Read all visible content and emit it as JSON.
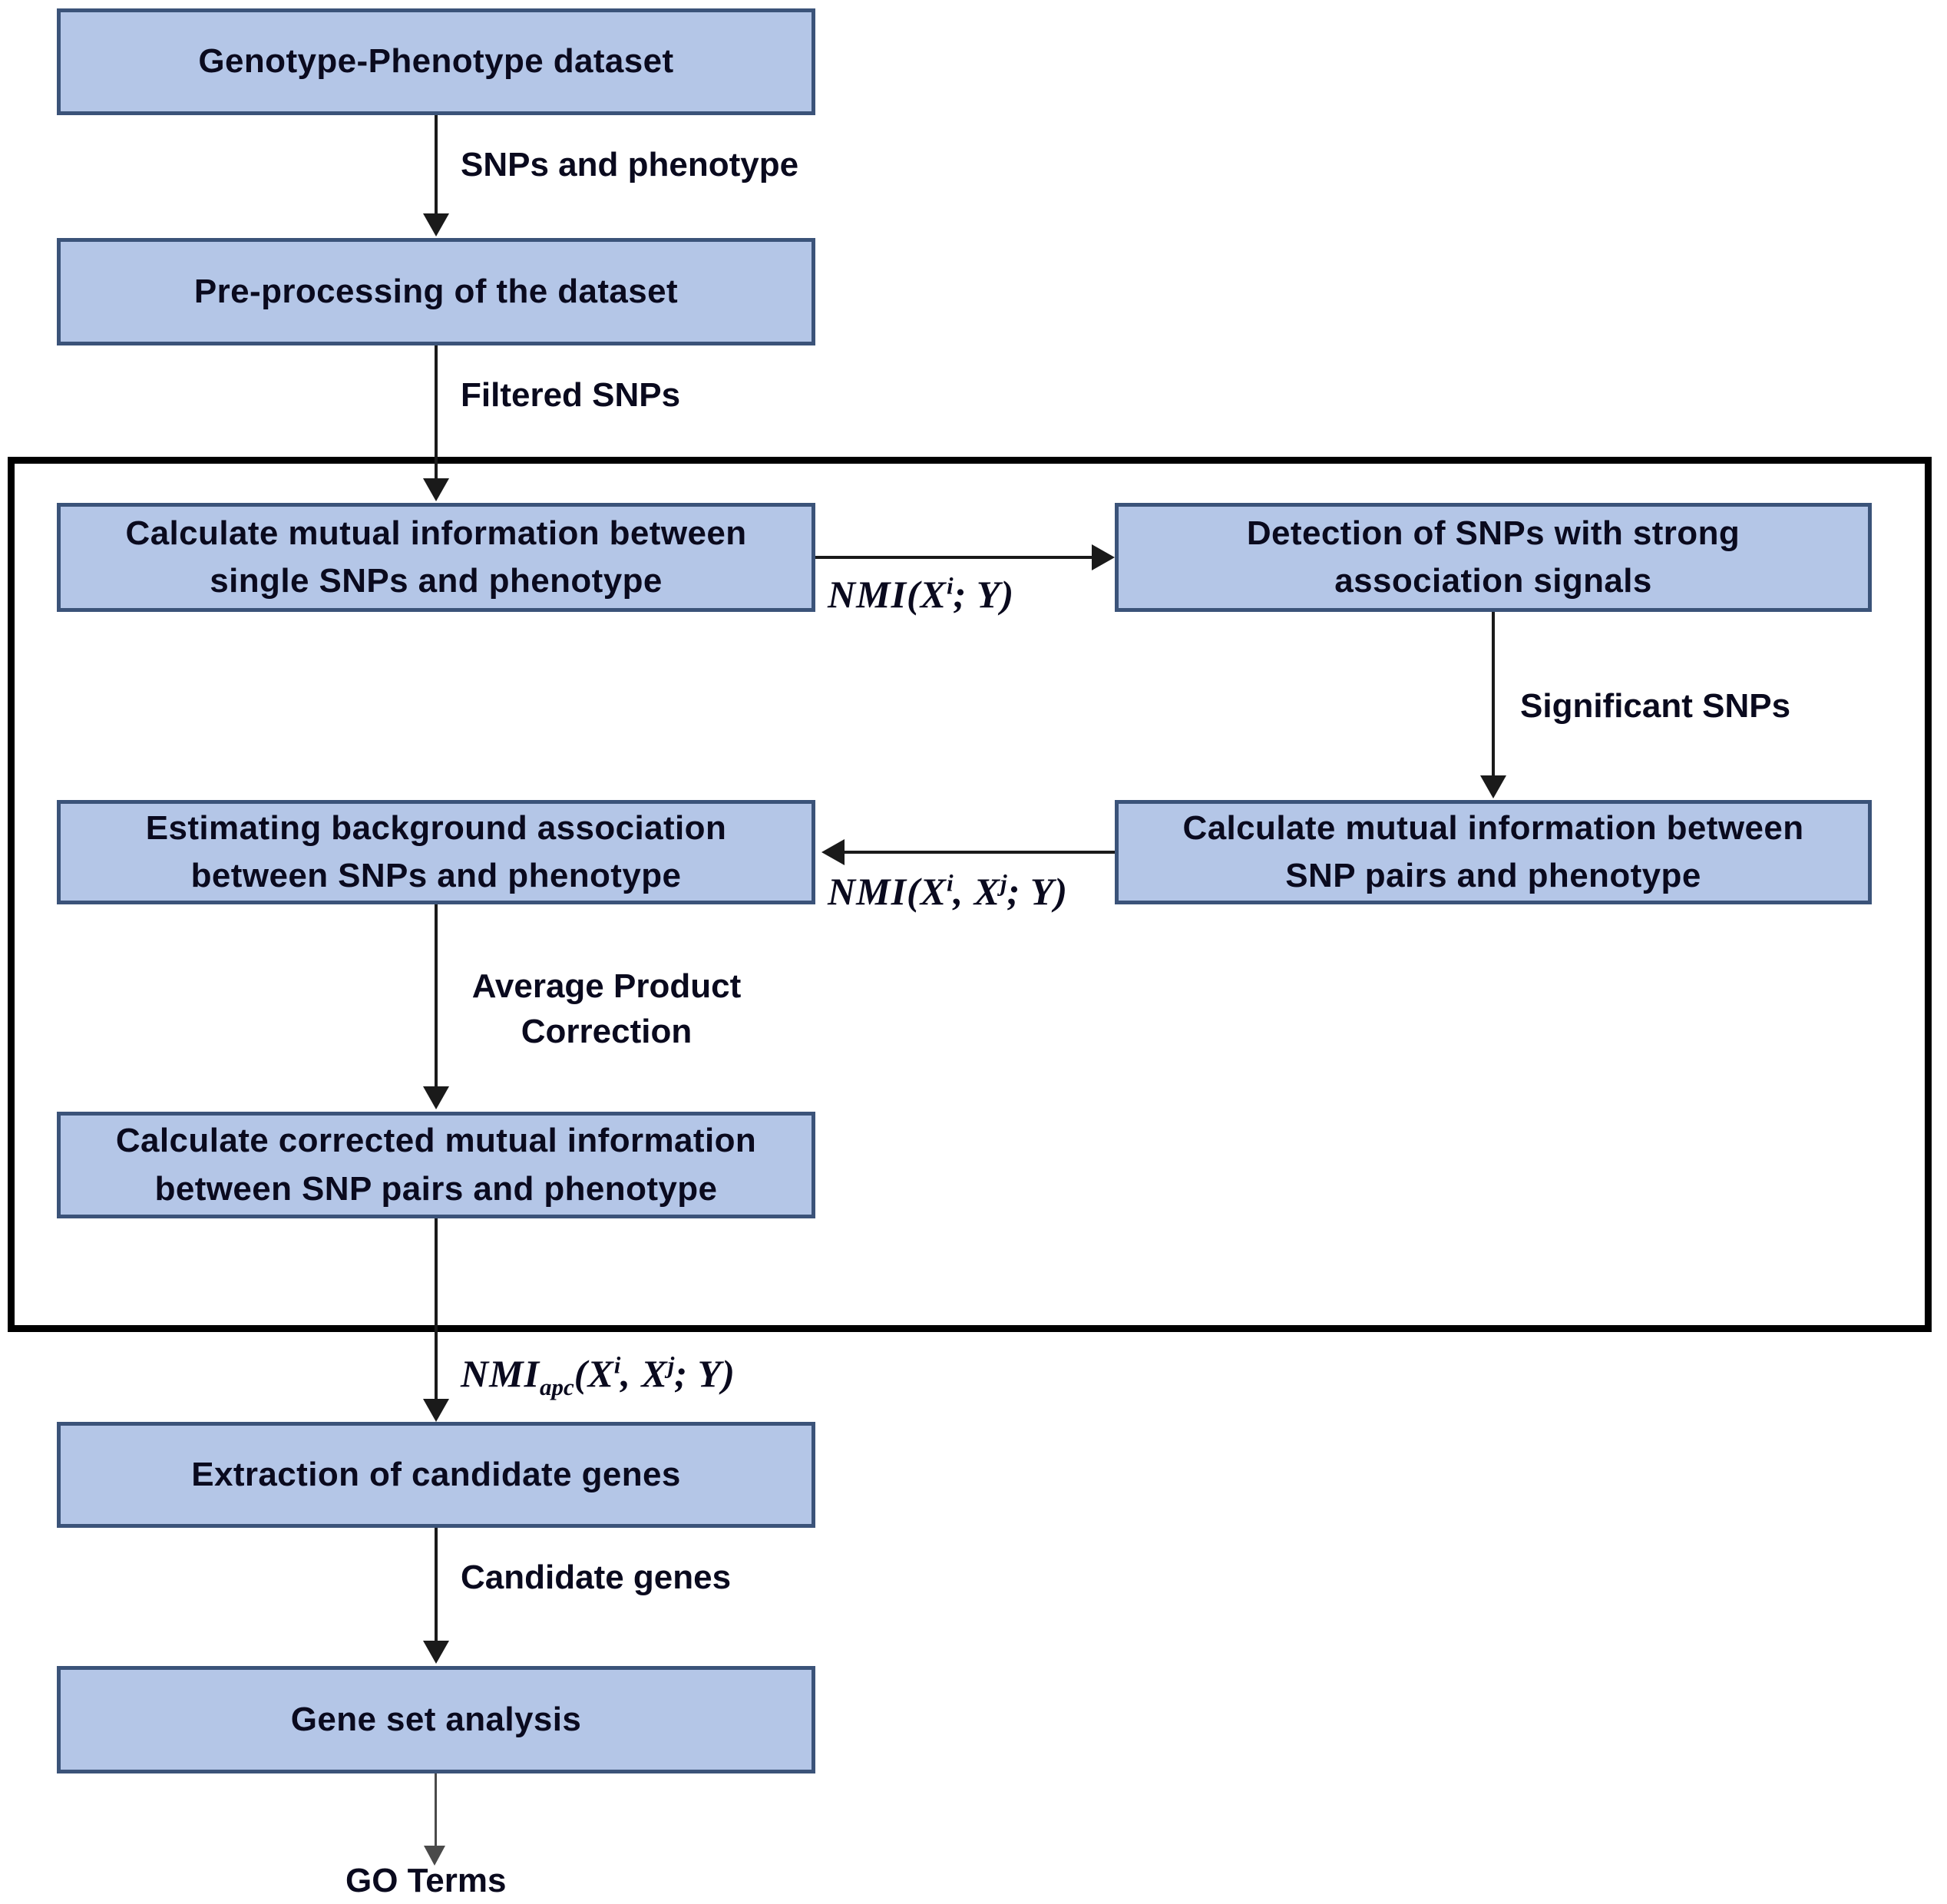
{
  "diagram": {
    "title": "Genotype-phenotype association analysis workflow",
    "colors": {
      "box_fill": "#b4c6e7",
      "box_border": "#3b5379",
      "frame_border": "#000000",
      "connector": "#1a1a1a",
      "text": "#0a0a1e",
      "background": "#ffffff"
    },
    "nodes": [
      {
        "id": "genotype-phenotype-dataset",
        "label": "Genotype-Phenotype dataset"
      },
      {
        "id": "pre-processing-of-the-dataset",
        "label": "Pre-processing of the dataset"
      },
      {
        "id": "calculate-mi-single-snps",
        "line1": "Calculate  mutual  information  between",
        "line2": "single SNPs and phenotype"
      },
      {
        "id": "detection-of-snps-strong-signals",
        "line1": "Detection of SNPs with strong",
        "line2": "association signals"
      },
      {
        "id": "estimating-background-association",
        "line1": "Estimating background association",
        "line2": "between SNPs and phenotype"
      },
      {
        "id": "calculate-mi-snp-pairs",
        "line1": "Calculate  mutual  information  between",
        "line2": "SNP pairs and phenotype"
      },
      {
        "id": "calculate-corrected-mi",
        "line1": "Calculate  corrected  mutual  information",
        "line2": "between SNP pairs and phenotype"
      },
      {
        "id": "extraction-of-candidate-genes",
        "label": "Extraction of candidate genes"
      },
      {
        "id": "gene-set-analysis",
        "label": "Gene set analysis"
      }
    ],
    "edge_labels": {
      "snps_and_phenotype": "SNPs and phenotype",
      "filtered_snps": "Filtered SNPs",
      "significant_snps": "Significant SNPs",
      "average_product_correction_line1": "Average Product",
      "average_product_correction_line2": "Correction",
      "candidate_genes": "Candidate genes"
    },
    "math_labels": {
      "nmi_single": {
        "base": "NMI(X",
        "sup": "i",
        "tail": "; Y)"
      },
      "nmi_pair": {
        "base": "NMI(X",
        "sup1": "i",
        "mid": ", X",
        "sup2": "j",
        "tail": "; Y)"
      },
      "nmi_apc": {
        "base": "NMI",
        "sub": "apc",
        "open": "(X",
        "sup1": "i",
        "mid": ", X",
        "sup2": "j",
        "tail": "; Y)"
      }
    },
    "terminal": {
      "go_terms": "GO Terms"
    }
  }
}
